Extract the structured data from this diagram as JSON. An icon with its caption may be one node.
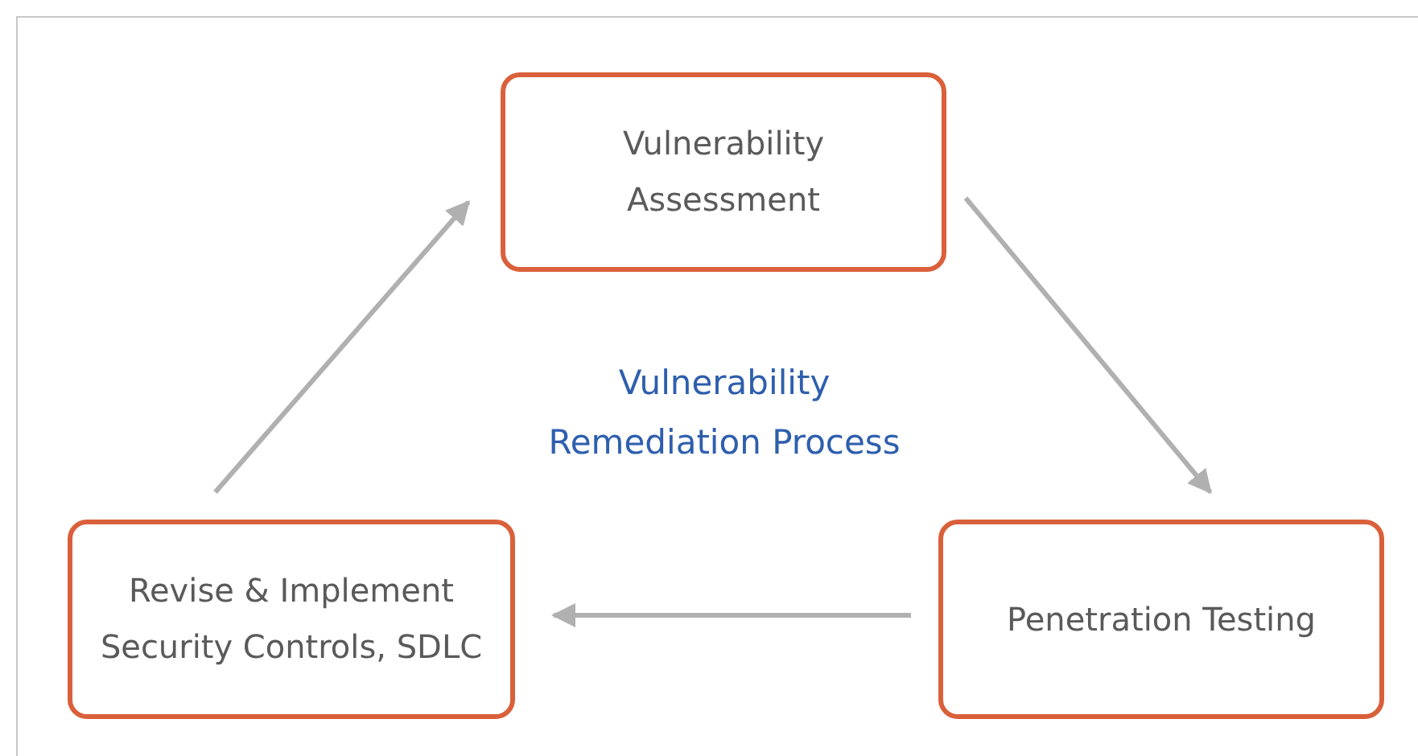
{
  "diagram": {
    "nodes": [
      {
        "text": [
          "Vulnerability Assessment"
        ]
      },
      {
        "text": [
          "Penetration Testing"
        ]
      },
      {
        "text": [
          "Revise & Implement Security Controls, SDLC"
        ]
      }
    ],
    "edges": [
      {
        "from": 0,
        "to": 1,
        "arrow": "to"
      },
      {
        "from": 1,
        "to": 2,
        "arrow": "to"
      },
      {
        "from": 2,
        "to": 0,
        "arrow": "to"
      }
    ],
    "labels": [
      "Vulnerability Remediation Process"
    ]
  }
}
